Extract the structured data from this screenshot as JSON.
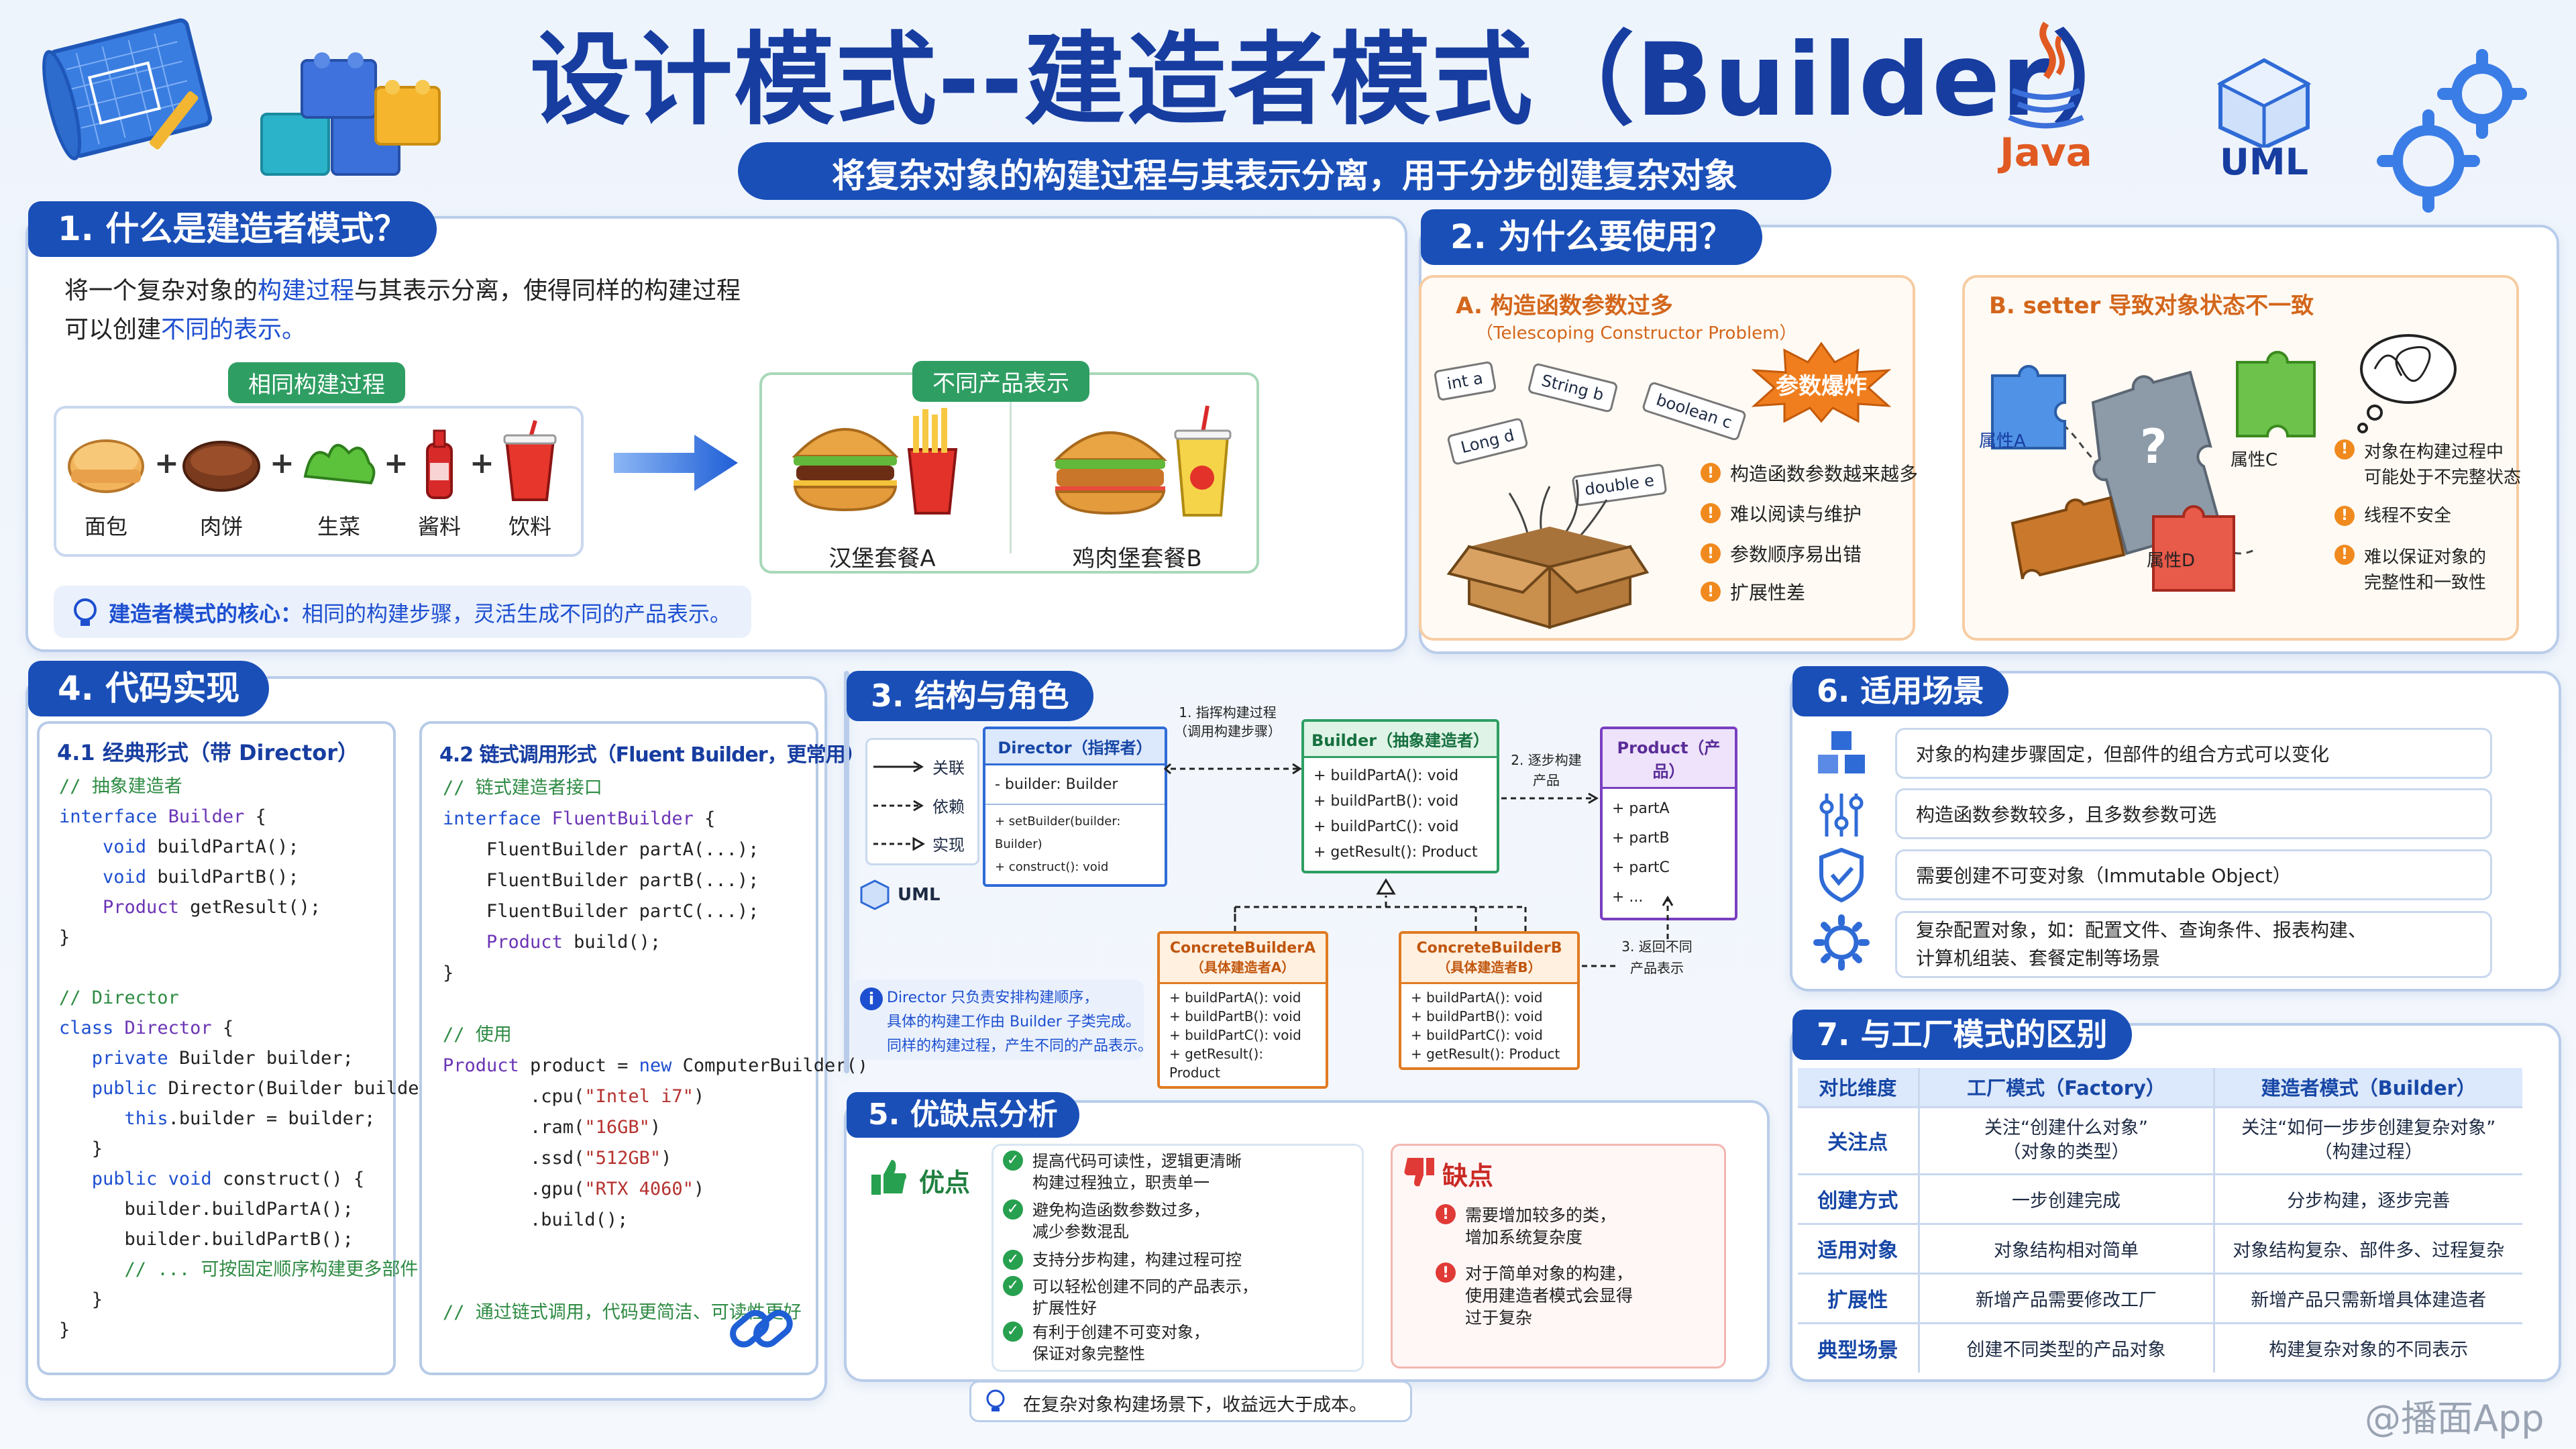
{
  "header": {
    "title": "设计模式--建造者模式（Builder）",
    "subtitle": "将复杂对象的构建过程与其表示分离，用于分步创建复杂对象",
    "java_label": "Java",
    "uml_label": "UML"
  },
  "s1": {
    "title": "1. 什么是建造者模式？",
    "line1_a": "将一个复杂对象的",
    "line1_b": "构建过程",
    "line1_c": "与其表示分离，使得同样的构建过程",
    "line2_a": "可以创建",
    "line2_b": "不同的表示。",
    "pill_same": "相同构建过程",
    "pill_diff": "不同产品表示",
    "items": [
      "面包",
      "肉饼",
      "生菜",
      "酱料",
      "饮料"
    ],
    "products": [
      "汉堡套餐A",
      "鸡肉堡套餐B"
    ],
    "core_label": "建造者模式的核心：",
    "core_text": "相同的构建步骤，灵活生成不同的产品表示。"
  },
  "s2": {
    "title": "2. 为什么要使用？",
    "a_title": "A. 构造函数参数过多",
    "a_sub": "（Telescoping Constructor Problem）",
    "burst": "参数爆炸",
    "tags": [
      "int a",
      "String b",
      "boolean c",
      "Long d",
      "double e"
    ],
    "a_points": [
      "构造函数参数越来越多",
      "难以阅读与维护",
      "参数顺序易出错",
      "扩展性差"
    ],
    "b_title": "B. setter 导致对象状态不一致",
    "puzzle": [
      "属性A",
      "属性C",
      "属性D"
    ],
    "b_points": [
      "对象在构建过程中\n可能处于不完整状态",
      "线程不安全",
      "难以保证对象的\n完整性和一致性"
    ]
  },
  "s3": {
    "title": "3. 结构与角色",
    "legend": [
      "关联",
      "依赖",
      "实现"
    ],
    "uml_label": "UML",
    "director": {
      "title": "Director（指挥者）",
      "fields": [
        "- builder: Builder"
      ],
      "methods": [
        "+ setBuilder(builder: Builder)",
        "+ construct(): void"
      ]
    },
    "builder": {
      "title": "Builder（抽象建造者）",
      "methods": [
        "+ buildPartA(): void",
        "+ buildPartB(): void",
        "+ buildPartC(): void",
        "+ getResult(): Product"
      ]
    },
    "product": {
      "title": "Product（产品）",
      "fields": [
        "+ partA",
        "+ partB",
        "+ partC",
        "+ ..."
      ]
    },
    "cba": {
      "title": "ConcreteBuilderA",
      "sub": "（具体建造者A）",
      "methods": [
        "+ buildPartA(): void",
        "+ buildPartB(): void",
        "+ buildPartC(): void",
        "+ getResult(): Product"
      ]
    },
    "cbb": {
      "title": "ConcreteBuilderB",
      "sub": "（具体建造者B）",
      "methods": [
        "+ buildPartA(): void",
        "+ buildPartB(): void",
        "+ buildPartC(): void",
        "+ getResult(): Product"
      ]
    },
    "step1": "1. 指挥构建过程\n（调用构建步骤）",
    "step2": "2. 逐步构建\n产品",
    "step3": "3. 返回不同\n产品表示",
    "note": "Director 只负责安排构建顺序，\n具体的构建工作由 Builder 子类完成。\n同样的构建过程，产生不同的产品表示。"
  },
  "s4": {
    "title": "4. 代码实现",
    "c1_title": "4.1 经典形式（带 Director）",
    "c2_title": "4.2 链式调用形式（Fluent Builder，更常用）"
  },
  "s5": {
    "title": "5. 优缺点分析",
    "pros_label": "优点",
    "cons_label": "缺点",
    "pros": [
      "提高代码可读性，逻辑更清晰\n构建过程独立，职责单一",
      "避免构造函数参数过多，\n减少参数混乱",
      "支持分步构建，构建过程可控",
      "可以轻松创建不同的产品表示，\n扩展性好",
      "有利于创建不可变对象，\n保证对象完整性"
    ],
    "cons": [
      "需要增加较多的类，\n增加系统复杂度",
      "对于简单对象的构建，\n使用建造者模式会显得\n过于复杂"
    ],
    "footer": "在复杂对象构建场景下，收益远大于成本。"
  },
  "s6": {
    "title": "6. 适用场景",
    "items": [
      "对象的构建步骤固定，但部件的组合方式可以变化",
      "构造函数参数较多，且多数参数可选",
      "需要创建不可变对象（Immutable Object）",
      "复杂配置对象，如：配置文件、查询条件、报表构建、\n计算机组装、套餐定制等场景"
    ]
  },
  "s7": {
    "title": "7. 与工厂模式的区别",
    "headers": [
      "对比维度",
      "工厂模式（Factory）",
      "建造者模式（Builder）"
    ],
    "rows": [
      [
        "关注点",
        "关注“创建什么对象”\n（对象的类型）",
        "关注“如何一步步创建复杂对象”\n（构建过程）"
      ],
      [
        "创建方式",
        "一步创建完成",
        "分步构建，逐步完善"
      ],
      [
        "适用对象",
        "对象结构相对简单",
        "对象结构复杂、部件多、过程复杂"
      ],
      [
        "扩展性",
        "新增产品需要修改工厂",
        "新增产品只需新增具体建造者"
      ],
      [
        "典型场景",
        "创建不同类型的产品对象",
        "构建复杂对象的不同表示"
      ]
    ]
  },
  "watermark": "@播面App"
}
